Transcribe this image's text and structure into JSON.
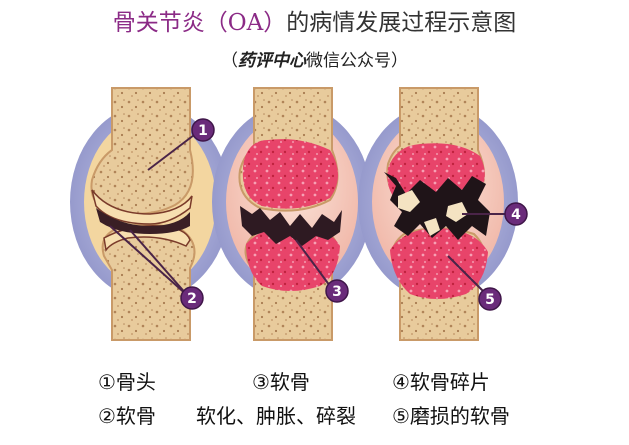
{
  "title": {
    "part1": "骨关节炎（OA）",
    "part2": "的病情发展过程示意图"
  },
  "subtitle": {
    "open": "（",
    "brand": "药评中心",
    "rest": "微信公众号）"
  },
  "markers": [
    "1",
    "2",
    "3",
    "4",
    "5"
  ],
  "captions": {
    "c1": "①骨头",
    "c2": "②软骨",
    "c3": "③软骨",
    "c3b": "软化、肿胀、碎裂",
    "c4": "④软骨碎片",
    "c5": "⑤磨损的软骨"
  },
  "colors": {
    "title_purple": "#8b2a86",
    "bone": "#e9cfa0",
    "cartilage": "#f2d9a8",
    "inflamed": "#e0405a",
    "capsule": "#a7abd6",
    "marker_purple": "#6a2b7a"
  }
}
